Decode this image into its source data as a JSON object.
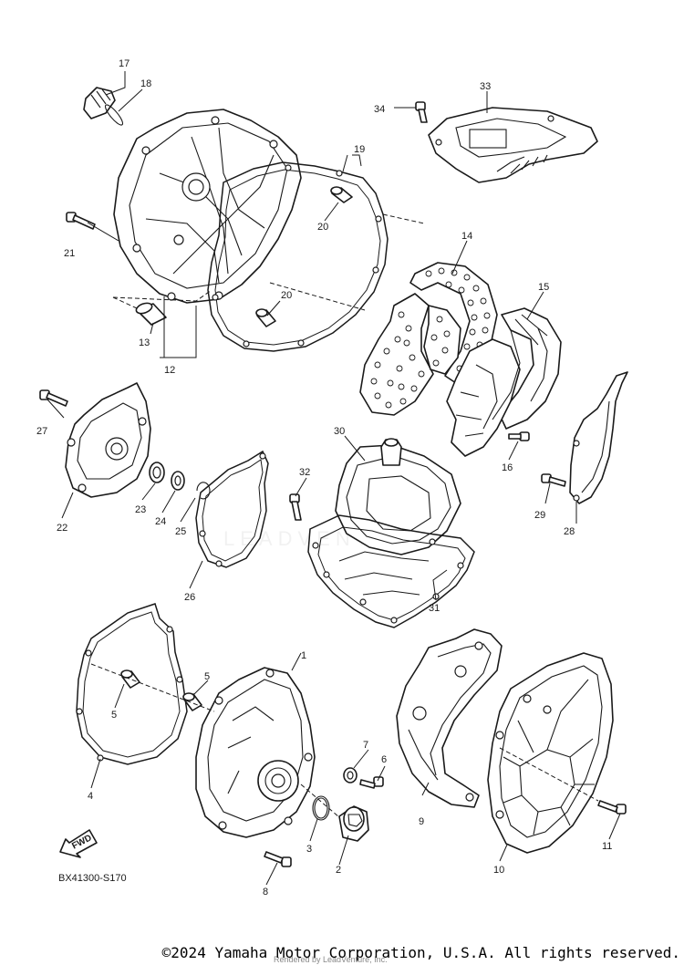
{
  "diagram": {
    "reference_code": "BX41300-S170",
    "fwd_label": "FWD",
    "watermark": "LEADVENTURE",
    "copyright": "©2024 Yamaha Motor Corporation, U.S.A. All rights reserved.",
    "rendered_by": "Rendered by LeadVenture, Inc.",
    "callouts": [
      "1",
      "2",
      "3",
      "4",
      "5",
      "5",
      "6",
      "7",
      "8",
      "9",
      "10",
      "11",
      "12",
      "13",
      "14",
      "15",
      "16",
      "17",
      "18",
      "19",
      "20",
      "20",
      "21",
      "22",
      "23",
      "24",
      "25",
      "26",
      "27",
      "28",
      "29",
      "30",
      "31",
      "32",
      "33",
      "34"
    ]
  }
}
